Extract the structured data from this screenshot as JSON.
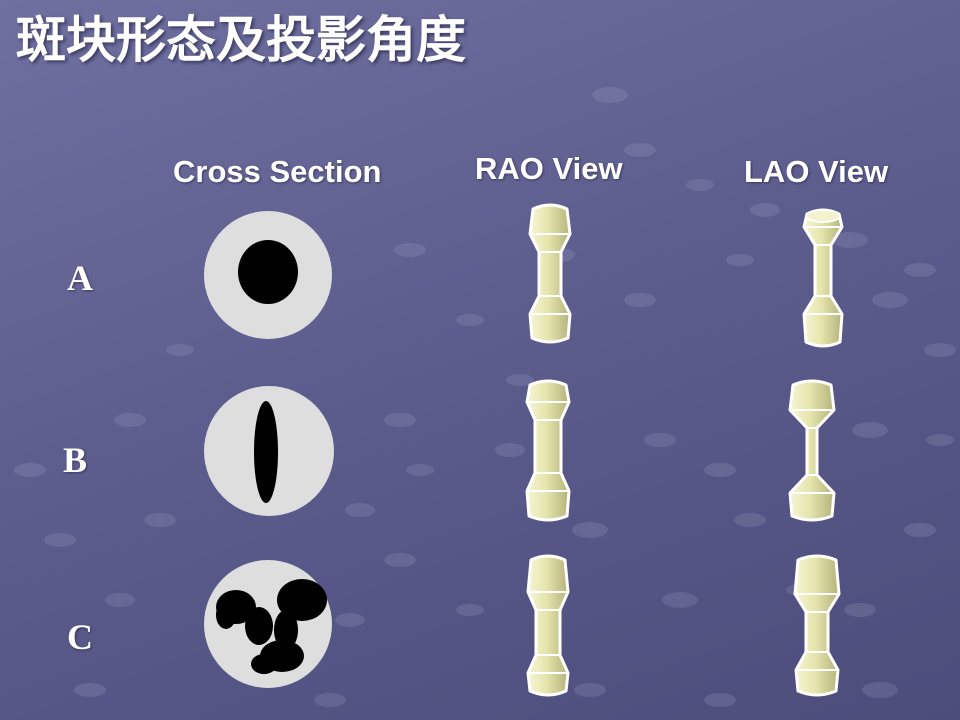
{
  "slide": {
    "title": "斑块形态及投影角度",
    "columns": [
      "Cross Section",
      "RAO View",
      "LAO View"
    ],
    "rows": [
      "A",
      "B",
      "C"
    ]
  },
  "colors": {
    "background": "#5d5d8e",
    "vessel_fill": "#e9e8b4",
    "vessel_outline": "#ffffff",
    "cross_section_bg": "#dedede",
    "plaque": "#000000"
  }
}
